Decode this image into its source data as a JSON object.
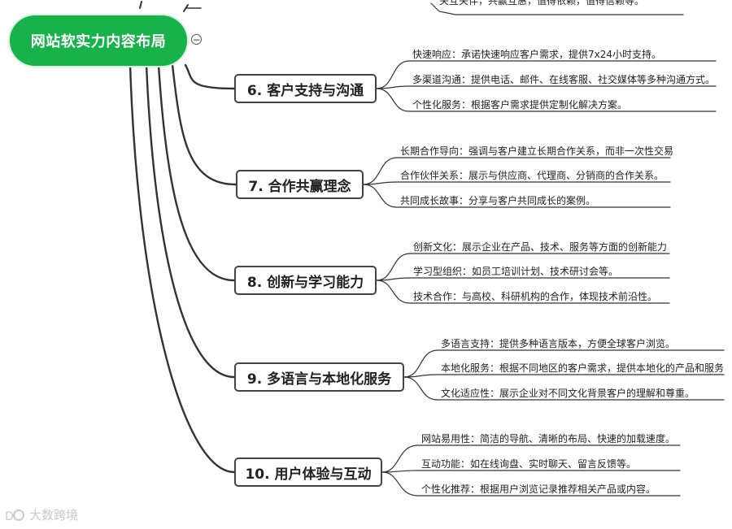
{
  "root": {
    "title": "网站软实力内容布局"
  },
  "collapse_symbol": "−",
  "topics": [
    {
      "title": "6. 客户支持与沟通",
      "items": [
        "快速响应：承诺快速响应客户需求，提供7x24小时支持。",
        "多渠道沟通：提供电话、邮件、在线客服、社交媒体等多种沟通方式。",
        "个性化服务：根据客户需求提供定制化解决方案。"
      ]
    },
    {
      "title": "7. 合作共赢理念",
      "items": [
        "长期合作导向：强调与客户建立长期合作关系，而非一次性交易",
        "合作伙伴关系：展示与供应商、代理商、分销商的合作关系。",
        "共同成长故事：分享与客户共同成长的案例。"
      ]
    },
    {
      "title": "8. 创新与学习能力",
      "items": [
        "创新文化：展示企业在产品、技术、服务等方面的创新能力",
        "学习型组织：如员工培训计划、技术研讨会等。",
        "技术合作：与高校、科研机构的合作，体现技术前沿性。"
      ]
    },
    {
      "title": "9. 多语言与本地化服务",
      "items": [
        "多语言支持：提供多种语言版本，方便全球客户浏览。",
        "本地化服务：根据不同地区的客户需求，提供本地化的产品和服务",
        "文化适应性：展示企业对不同文化背景客户的理解和尊重。"
      ]
    },
    {
      "title": "10. 用户体验与互动",
      "items": [
        "网站易用性：简洁的导航、清晰的布局、快速的加载速度。",
        "互动功能：如在线询盘、实时聊天、留言反馈等。",
        "个性化推荐：根据用户浏览记录推荐相关产品或内容。"
      ]
    }
  ],
  "partial_top_text": "关互关伴，共赢互惠，值得依赖，值得信赖等。",
  "watermark": {
    "text": "大数跨境"
  }
}
